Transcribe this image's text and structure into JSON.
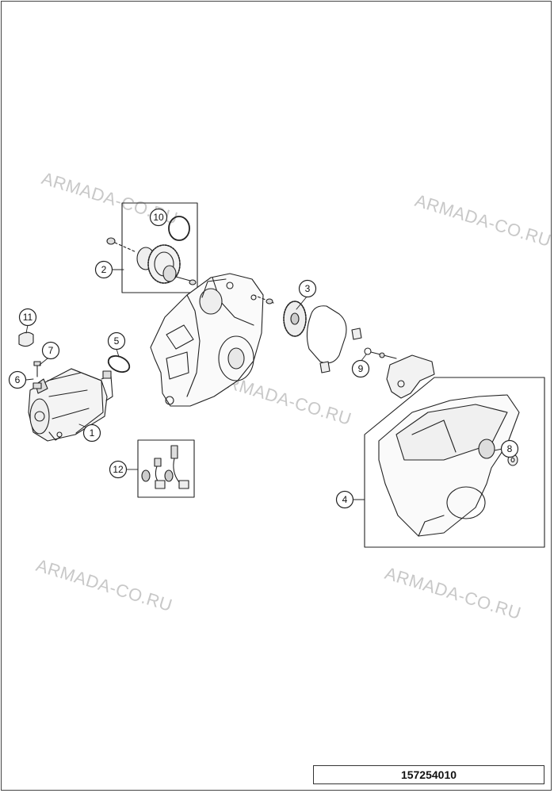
{
  "watermark": "ARMADA-CO.RU",
  "document_number": "157254010",
  "callouts": [
    "1",
    "2",
    "3",
    "4",
    "5",
    "6",
    "7",
    "8",
    "9",
    "10",
    "11",
    "12"
  ]
}
